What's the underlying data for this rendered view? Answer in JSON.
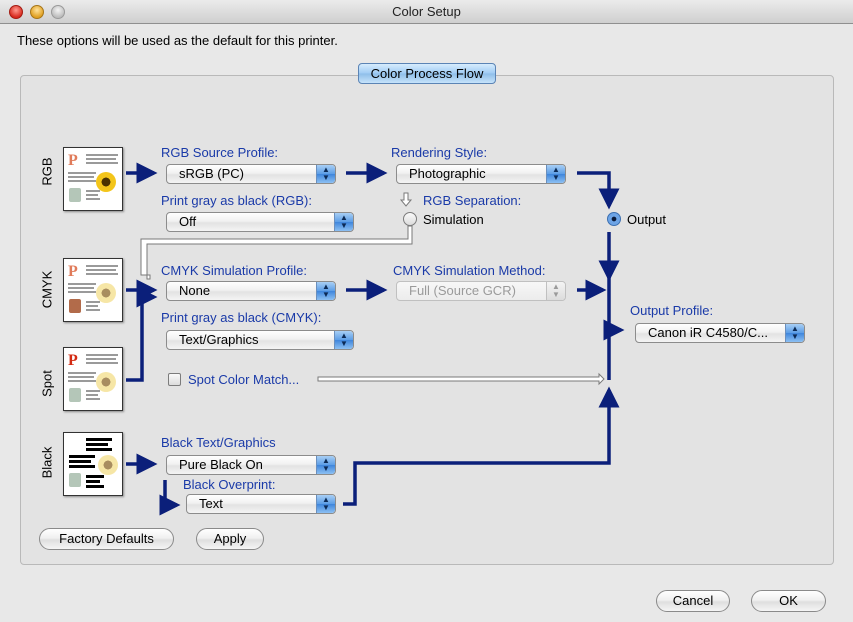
{
  "window": {
    "title": "Color Setup"
  },
  "intro_text": "These options will be used as the default for this printer.",
  "group_title": "Color Process Flow",
  "rows": {
    "rgb": {
      "side_label": "RGB"
    },
    "cmyk": {
      "side_label": "CMYK"
    },
    "spot": {
      "side_label": "Spot"
    },
    "black": {
      "side_label": "Black"
    }
  },
  "rgb_source": {
    "label": "RGB Source Profile:",
    "value": "sRGB (PC)"
  },
  "rendering_style": {
    "label": "Rendering Style:",
    "value": "Photographic"
  },
  "rgb_gray_black": {
    "label": "Print gray as black (RGB):",
    "value": "Off"
  },
  "rgb_separation": {
    "label": "RGB Separation:",
    "simulation_label": "Simulation",
    "output_label": "Output",
    "selected": "Output"
  },
  "cmyk_profile": {
    "label": "CMYK Simulation Profile:",
    "value": "None"
  },
  "cmyk_method": {
    "label": "CMYK Simulation Method:",
    "value": "Full (Source GCR)"
  },
  "cmyk_gray_black": {
    "label": "Print gray as black (CMYK):",
    "value": "Text/Graphics"
  },
  "spot_color": {
    "label": "Spot Color Match...",
    "checked": false
  },
  "output_profile": {
    "label": "Output Profile:",
    "value": "Canon iR C4580/C..."
  },
  "black_text": {
    "label": "Black Text/Graphics",
    "value": "Pure Black On"
  },
  "black_overprint": {
    "label": "Black Overprint:",
    "value": "Text"
  },
  "buttons": {
    "factory_defaults": "Factory Defaults",
    "apply": "Apply",
    "cancel": "Cancel",
    "ok": "OK"
  },
  "colors": {
    "flow": "#0b1f7a",
    "label_blue": "#1a3aa8",
    "selected_tab": "#9fcbf4"
  }
}
